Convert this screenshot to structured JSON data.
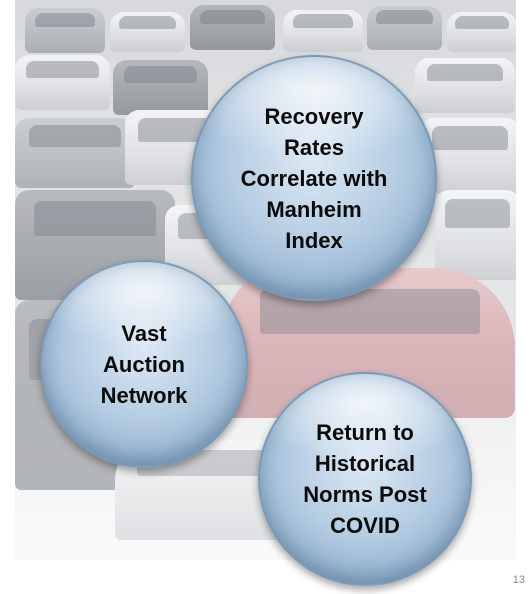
{
  "bubbles": [
    {
      "label": "Recovery Rates Correlate with Manheim Index"
    },
    {
      "label": "Vast Auction Network"
    },
    {
      "label": "Return to Historical Norms Post COVID"
    }
  ],
  "page_number": "13",
  "colors": {
    "bubble_fill": "#b3cbe1",
    "bubble_edge": "#6f92b3",
    "text": "#0b0b0b"
  }
}
